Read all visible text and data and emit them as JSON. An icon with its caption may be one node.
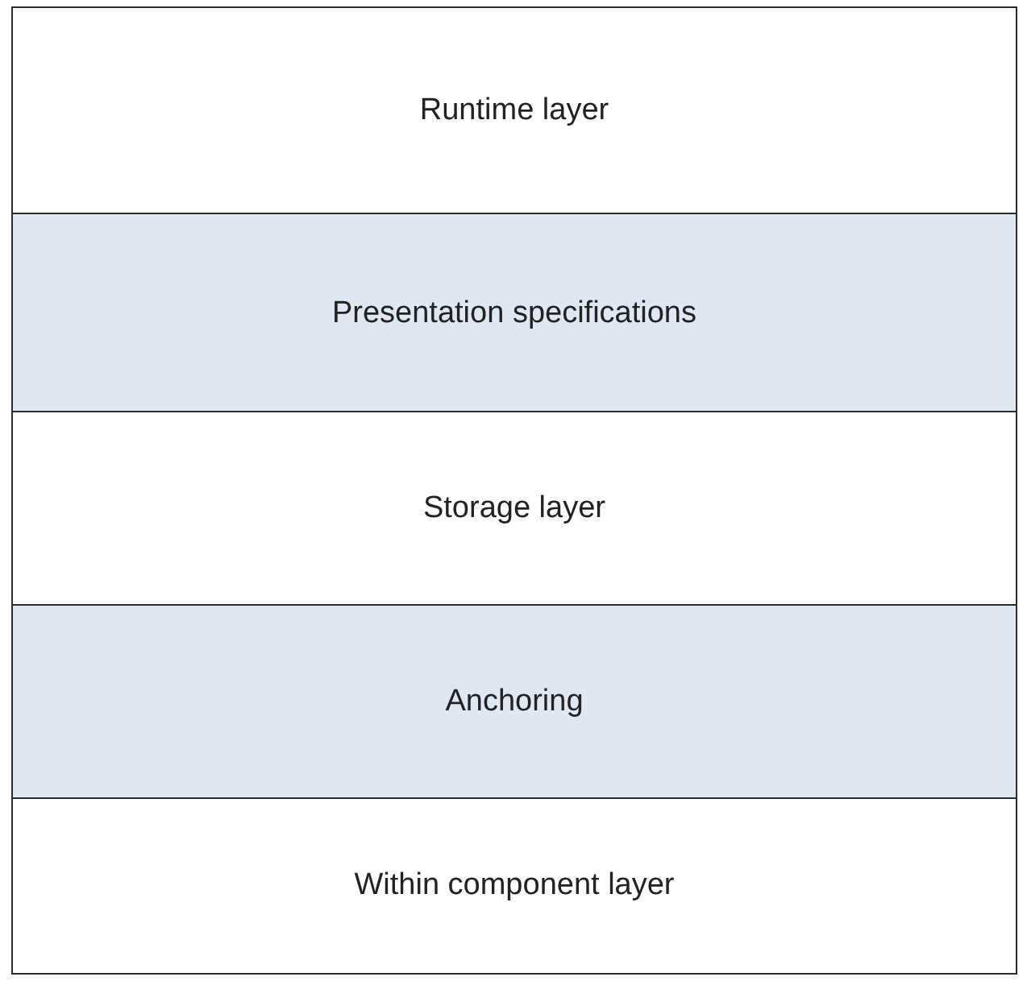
{
  "diagram": {
    "nodes": [
      {
        "text": [
          "Runtime layer"
        ]
      },
      {
        "text": [
          "Presentation specifications"
        ]
      },
      {
        "text": [
          "Storage layer"
        ]
      },
      {
        "text": [
          "Anchoring"
        ]
      },
      {
        "text": [
          "Within component layer"
        ]
      }
    ]
  }
}
